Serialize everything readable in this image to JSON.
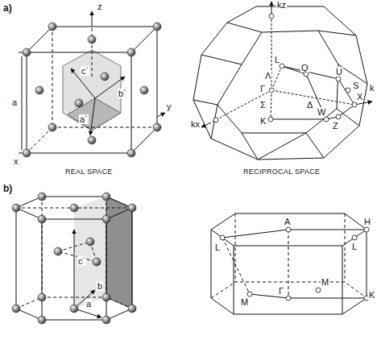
{
  "diagram": {
    "labels": [
      "a)",
      "z",
      "x",
      "y",
      "a",
      "c´",
      "b´",
      "a´",
      "REAL SPACE",
      "kz",
      "L",
      "Q",
      "U",
      "S",
      "Λ",
      "Γ",
      "Σ",
      "Δ",
      "X",
      "W",
      "Z",
      "K",
      "kx",
      "k",
      "RECIPROCAL SPACE",
      "b)",
      "c´",
      "b",
      "a",
      "A",
      "H",
      "L",
      "L",
      "Γ",
      "K",
      "M",
      "M"
    ]
  }
}
